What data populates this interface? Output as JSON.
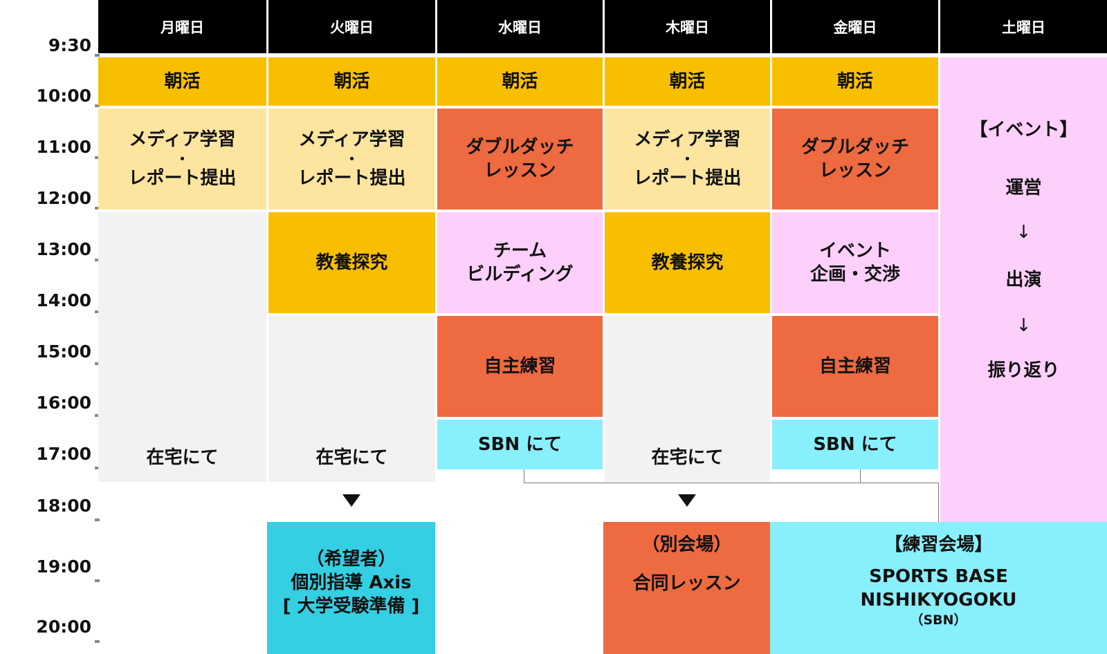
{
  "schedule": {
    "days": [
      "月曜日",
      "火曜日",
      "水曜日",
      "木曜日",
      "金曜日",
      "土曜日"
    ],
    "times": [
      "9:30",
      "10:00",
      "11:00",
      "12:00",
      "13:00",
      "14:00",
      "15:00",
      "16:00",
      "17:00",
      "18:00",
      "19:00",
      "20:00"
    ],
    "blocks": {
      "mon": {
        "asa": "朝活",
        "media_line1": "メディア学習",
        "media_dot": "・",
        "media_line2": "レポート提出",
        "home": "在宅にて"
      },
      "tue": {
        "asa": "朝活",
        "media_line1": "メディア学習",
        "media_dot": "・",
        "media_line2": "レポート提出",
        "kyoyo": "教養探究",
        "home": "在宅にて"
      },
      "wed": {
        "asa": "朝活",
        "dd_line1": "ダブルダッチ",
        "dd_line2": "レッスン",
        "team_line1": "チーム",
        "team_line2": "ビルディング",
        "practice": "自主練習",
        "sbn": "SBN にて"
      },
      "thu": {
        "asa": "朝活",
        "media_line1": "メディア学習",
        "media_dot": "・",
        "media_line2": "レポート提出",
        "kyoyo": "教養探究",
        "home": "在宅にて"
      },
      "fri": {
        "asa": "朝活",
        "dd_line1": "ダブルダッチ",
        "dd_line2": "レッスン",
        "event_line1": "イベント",
        "event_line2": "企画・交渉",
        "practice": "自主練習",
        "sbn": "SBN にて"
      },
      "sat": {
        "title": "【イベント】",
        "step1": "運営",
        "arrow1": "↓",
        "step2": "出演",
        "arrow2": "↓",
        "step3": "振り返り"
      }
    },
    "evening": {
      "axis": {
        "line1": "（希望者）",
        "line2": "個別指導 Axis",
        "line3": "[ 大学受験準備 ]"
      },
      "joint": {
        "line1": "（別会場）",
        "line2": "合同レッスン"
      },
      "venue": {
        "line1": "【練習会場】",
        "line2": "SPORTS BASE",
        "line3": "NISHIKYOGOKU",
        "line4": "（SBN）"
      }
    },
    "colors": {
      "header": "#000000",
      "asa": "#f8bf00",
      "media": "#fee59f",
      "orange": "#ee6a40",
      "pink": "#fdd0fb",
      "gray": "#f2f2f2",
      "cyan": "#88f0fc",
      "teal": "#34cfe2"
    }
  }
}
